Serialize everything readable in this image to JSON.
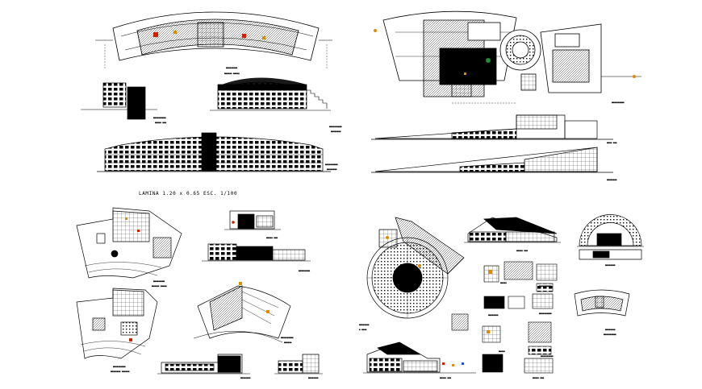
{
  "sheet": {
    "note": "LAMINA 1.20  x 0.65 ESC. 1/100"
  },
  "colors": {
    "ink": "#000000",
    "paper": "#ffffff",
    "accent_red": "#cc2200",
    "accent_orange": "#e08a00",
    "accent_green": "#1d8f2f",
    "accent_blue": "#2255cc"
  },
  "drawings": [
    {
      "id": "curved-block-plan"
    },
    {
      "id": "curved-block-section"
    },
    {
      "id": "curved-block-side-elevation"
    },
    {
      "id": "curved-block-main-elevation"
    },
    {
      "id": "round-court-plan"
    },
    {
      "id": "long-elevation-1"
    },
    {
      "id": "long-elevation-2"
    },
    {
      "id": "wing-plan-upper"
    },
    {
      "id": "wing-plan-lower"
    },
    {
      "id": "small-section"
    },
    {
      "id": "wing-elevation"
    },
    {
      "id": "arc-plan"
    },
    {
      "id": "bottom-elevation-1"
    },
    {
      "id": "bottom-elevation-2"
    },
    {
      "id": "circular-plan"
    },
    {
      "id": "roof-elevation"
    },
    {
      "id": "dome-elevation"
    },
    {
      "id": "detail-grid"
    },
    {
      "id": "small-curved-plan"
    }
  ]
}
